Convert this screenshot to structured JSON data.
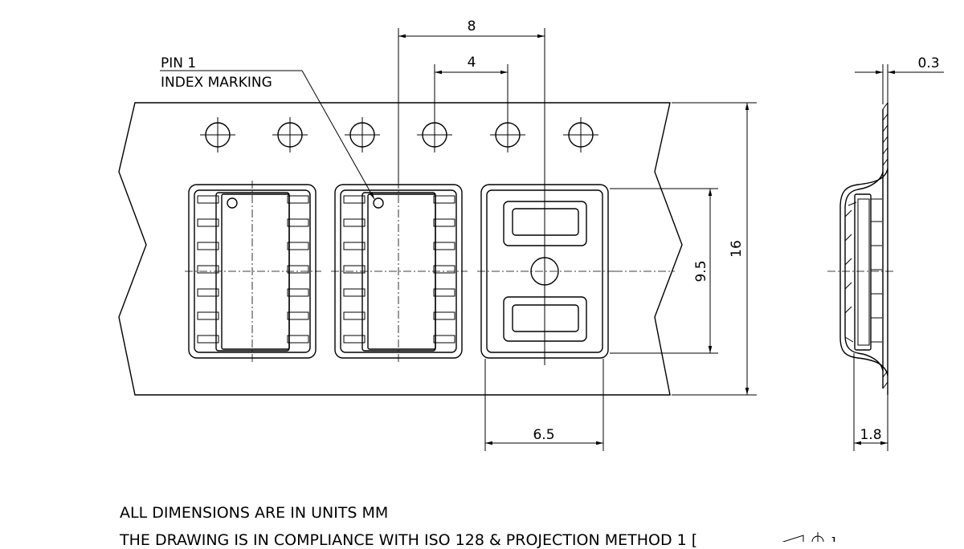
{
  "labels": {
    "pin1": "PIN 1",
    "index_marking": "INDEX MARKING"
  },
  "dimensions": {
    "pitch": "8",
    "hole_pitch": "4",
    "thickness": "0.3",
    "tape_width": "16",
    "cavity_length": "9.5",
    "cavity_width": "6.5",
    "depth": "1.8"
  },
  "notes": {
    "units": "ALL DIMENSIONS ARE IN UNITS MM",
    "compliance": "THE DRAWING IS IN COMPLIANCE WITH ISO 128 & PROJECTION METHOD 1 [",
    "compliance_end": "]"
  }
}
